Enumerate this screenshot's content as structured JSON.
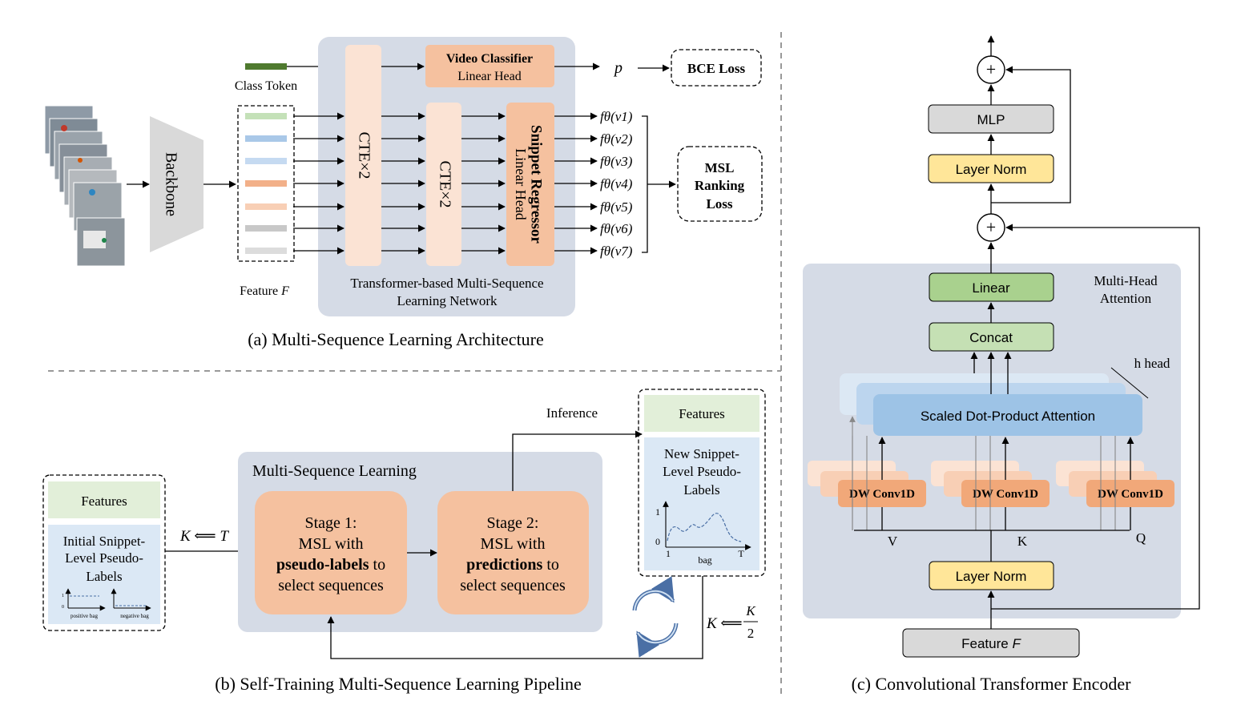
{
  "panel_a": {
    "caption": "(a) Multi-Sequence Learning Architecture",
    "class_token": "Class Token",
    "backbone": "Backbone",
    "feature_label": "Feature",
    "feature_symbol": "F",
    "cte1": "CTE×2",
    "cte2": "CTE×2",
    "video_classifier_title": "Video Classifier",
    "video_classifier_sub": "Linear Head",
    "snippet_regressor_title": "Snippet Regressor",
    "snippet_regressor_sub": "Linear Head",
    "p_label": "p",
    "bce_loss": "BCE Loss",
    "msl_loss_1": "MSL",
    "msl_loss_2": "Ranking",
    "msl_loss_3": "Loss",
    "network_label_1": "Transformer-based Multi-Sequence",
    "network_label_2": "Learning Network",
    "outputs": [
      "fθ(v1)",
      "fθ(v2)",
      "fθ(v3)",
      "fθ(v4)",
      "fθ(v5)",
      "fθ(v6)",
      "fθ(v7)"
    ],
    "feature_colors": [
      "#c4e1b8",
      "#a9c8e8",
      "#c5daf1",
      "#f2b089",
      "#f8cfb5",
      "#c8c8c8",
      "#dcdcdc"
    ],
    "class_token_color": "#4f7a2f"
  },
  "panel_b": {
    "caption": "(b) Self-Training Multi-Sequence Learning Pipeline",
    "features_left": "Features",
    "initial_labels_1": "Initial Snippet-",
    "initial_labels_2": "Level Pseudo-",
    "initial_labels_3": "Labels",
    "positive_bag": "positive bag",
    "negative_bag": "negative bag",
    "mini_tick_1": "1",
    "mini_tick_0": "0",
    "k_assign": "K ⟸ T",
    "msl_title": "Multi-Sequence Learning",
    "stage1_l1": "Stage 1:",
    "stage1_l2": "MSL with",
    "stage1_bold": "pseudo-labels",
    "stage1_after": " to",
    "stage1_l4": "select sequences",
    "stage2_l1": "Stage 2:",
    "stage2_l2": "MSL with",
    "stage2_bold": "predictions",
    "stage2_after": " to",
    "stage2_l4": "select sequences",
    "inference": "Inference",
    "features_right": "Features",
    "new_labels_1": "New Snippet-",
    "new_labels_2": "Level Pseudo-",
    "new_labels_3": "Labels",
    "plot_y1": "1",
    "plot_y0": "0",
    "plot_x1": "1",
    "plot_xT": "T",
    "plot_xlabel": "bag",
    "k_half_lhs": "K ⟸",
    "k_half_num": "K",
    "k_half_den": "2"
  },
  "panel_c": {
    "caption": "(c) Convolutional Transformer Encoder",
    "plus": "+",
    "mlp": "MLP",
    "layer_norm_top": "Layer Norm",
    "layer_norm_bottom": "Layer Norm",
    "linear": "Linear",
    "concat": "Concat",
    "mha_1": "Multi-Head",
    "mha_2": "Attention",
    "h_head": "h head",
    "sdpa": "Scaled Dot-Product Attention",
    "dw_conv": [
      "DW Conv1D",
      "DW Conv1D",
      "DW Conv1D"
    ],
    "vkq": [
      "V",
      "K",
      "Q"
    ],
    "feature_label": "Feature",
    "feature_symbol": "F"
  },
  "colors": {
    "network_bg": "#d5dbe6",
    "orange_light": "#fbe3d4",
    "orange": "#f5c19f",
    "orange_dark": "#f1a879",
    "green_header": "#e2efd9",
    "blue_box": "#dbe8f5",
    "mlp_gray": "#d9d9d9",
    "layer_norm": "#ffe699",
    "linear_green": "#a9d18e",
    "concat_green": "#c5e0b4",
    "sdpa_blue": "#9dc3e6"
  }
}
